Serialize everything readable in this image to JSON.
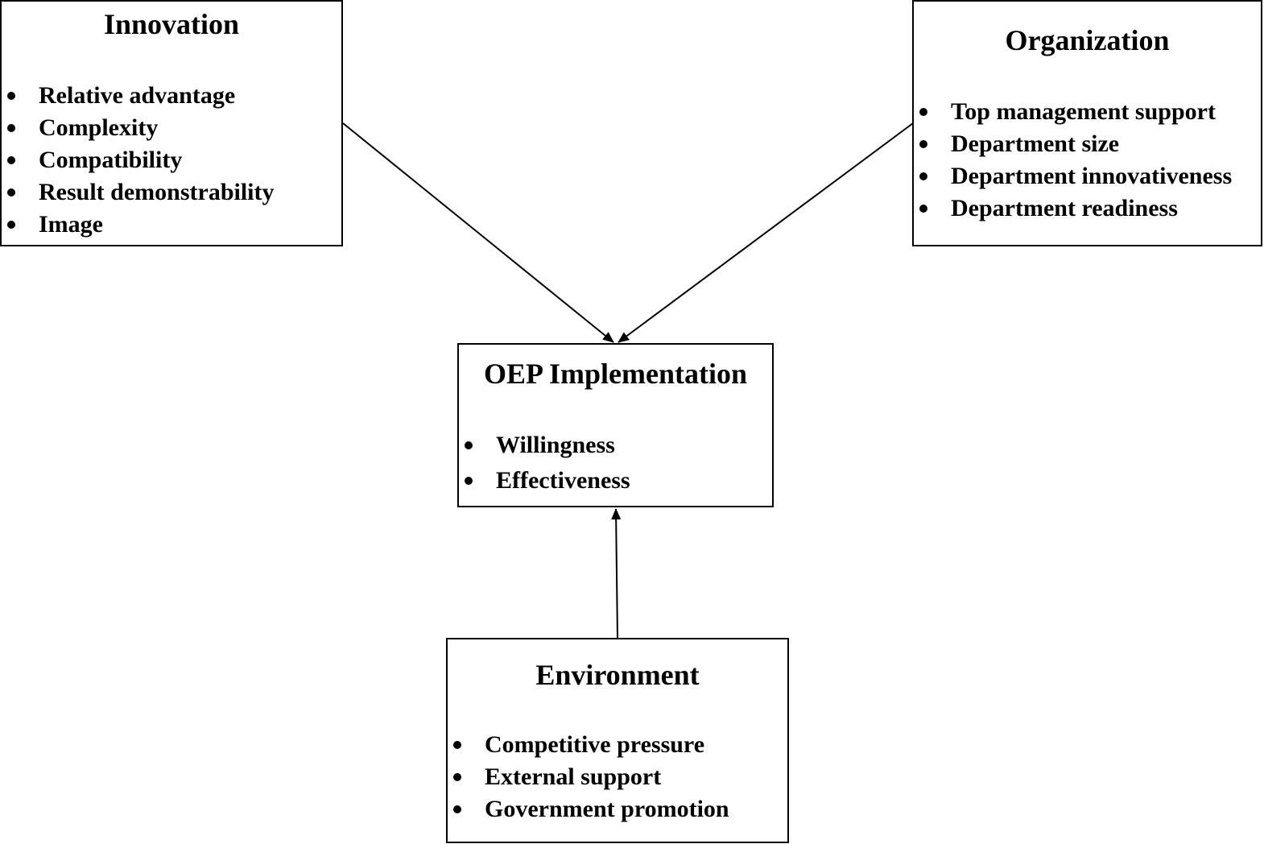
{
  "diagram": {
    "innovation": {
      "title": "Innovation",
      "items": [
        "Relative advantage",
        "Complexity",
        "Compatibility",
        "Result demonstrability",
        "Image"
      ]
    },
    "organization": {
      "title": "Organization",
      "items": [
        "Top management support",
        "Department size",
        "Department innovativeness",
        "Department readiness"
      ]
    },
    "implementation": {
      "title": "OEP Implementation",
      "items": [
        "Willingness",
        "Effectiveness"
      ]
    },
    "environment": {
      "title": "Environment",
      "items": [
        "Competitive pressure",
        "External support",
        "Government promotion"
      ]
    },
    "connections": [
      {
        "from": "innovation",
        "to": "implementation"
      },
      {
        "from": "organization",
        "to": "implementation"
      },
      {
        "from": "environment",
        "to": "implementation"
      }
    ]
  }
}
